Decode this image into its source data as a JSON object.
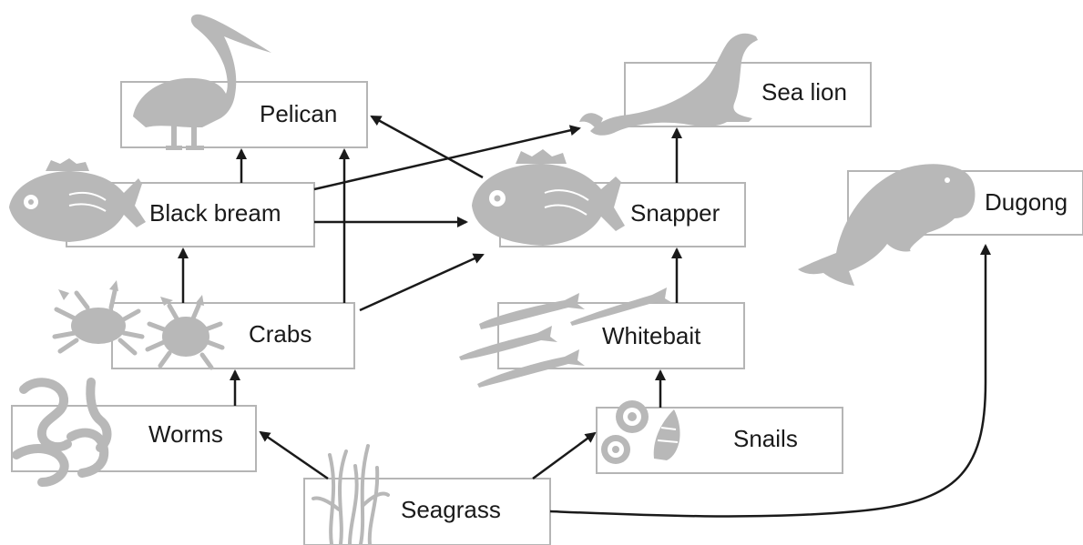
{
  "nodes": {
    "pelican": "Pelican",
    "sea_lion": "Sea lion",
    "black_bream": "Black bream",
    "snapper": "Snapper",
    "dugong": "Dugong",
    "crabs": "Crabs",
    "whitebait": "Whitebait",
    "worms": "Worms",
    "snails": "Snails",
    "seagrass": "Seagrass"
  },
  "edges": [
    {
      "from": "Black bream",
      "to": "Pelican"
    },
    {
      "from": "Crabs",
      "to": "Pelican"
    },
    {
      "from": "Snapper",
      "to": "Pelican"
    },
    {
      "from": "Black bream",
      "to": "Sea lion"
    },
    {
      "from": "Snapper",
      "to": "Sea lion"
    },
    {
      "from": "Black bream",
      "to": "Snapper"
    },
    {
      "from": "Crabs",
      "to": "Snapper"
    },
    {
      "from": "Crabs",
      "to": "Black bream"
    },
    {
      "from": "Whitebait",
      "to": "Snapper"
    },
    {
      "from": "Worms",
      "to": "Crabs"
    },
    {
      "from": "Snails",
      "to": "Whitebait"
    },
    {
      "from": "Seagrass",
      "to": "Worms"
    },
    {
      "from": "Seagrass",
      "to": "Snails"
    },
    {
      "from": "Seagrass",
      "to": "Dugong"
    }
  ],
  "colors": {
    "box_border": "#b5b5b5",
    "animal": "#b8b8b8",
    "arrow": "#1a1a1a"
  }
}
